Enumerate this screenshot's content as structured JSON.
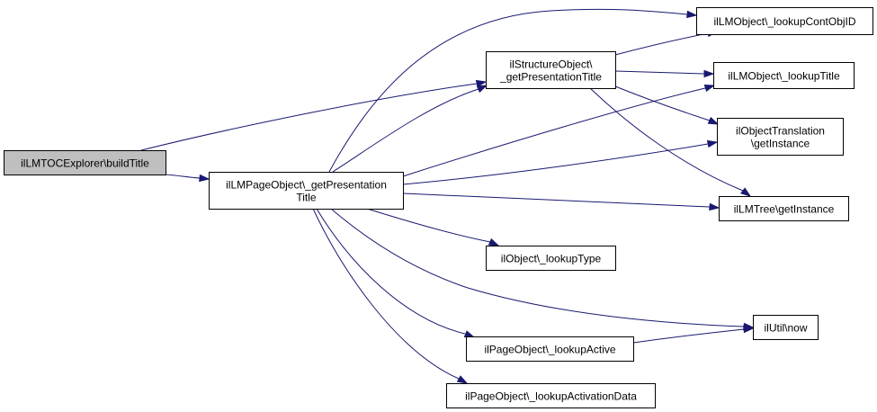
{
  "colors": {
    "root_fill": "#bfbfbf",
    "node_fill": "#ffffff",
    "edge": "#191970"
  },
  "nodes": {
    "root": {
      "lines": [
        "ilLMTOCExplorer\\buildTitle"
      ]
    },
    "lmpage_gpt": {
      "lines": [
        "ilLMPageObject\\_getPresentation",
        "Title"
      ]
    },
    "structure_gpt": {
      "lines": [
        "ilStructureObject\\",
        "_getPresentationTitle"
      ]
    },
    "lookup_cont_obj_id": {
      "lines": [
        "ilLMObject\\_lookupContObjID"
      ]
    },
    "lookup_title": {
      "lines": [
        "ilLMObject\\_lookupTitle"
      ]
    },
    "obj_translation": {
      "lines": [
        "ilObjectTranslation",
        "\\getInstance"
      ]
    },
    "lmtree": {
      "lines": [
        "ilLMTree\\getInstance"
      ]
    },
    "lookup_type": {
      "lines": [
        "ilObject\\_lookupType"
      ]
    },
    "util_now": {
      "lines": [
        "ilUtil\\now"
      ]
    },
    "lookup_active": {
      "lines": [
        "ilPageObject\\_lookupActive"
      ]
    },
    "lookup_activation_data": {
      "lines": [
        "ilPageObject\\_lookupActivationData"
      ]
    }
  },
  "edges": [
    [
      "root",
      "lmpage_gpt"
    ],
    [
      "root",
      "structure_gpt"
    ],
    [
      "lmpage_gpt",
      "structure_gpt"
    ],
    [
      "lmpage_gpt",
      "lookup_cont_obj_id"
    ],
    [
      "lmpage_gpt",
      "lookup_title"
    ],
    [
      "lmpage_gpt",
      "obj_translation"
    ],
    [
      "lmpage_gpt",
      "lmtree"
    ],
    [
      "lmpage_gpt",
      "lookup_type"
    ],
    [
      "lmpage_gpt",
      "util_now"
    ],
    [
      "lmpage_gpt",
      "lookup_active"
    ],
    [
      "lmpage_gpt",
      "lookup_activation_data"
    ],
    [
      "structure_gpt",
      "lookup_cont_obj_id"
    ],
    [
      "structure_gpt",
      "lookup_title"
    ],
    [
      "structure_gpt",
      "obj_translation"
    ],
    [
      "structure_gpt",
      "lmtree"
    ],
    [
      "lookup_active",
      "util_now"
    ]
  ]
}
